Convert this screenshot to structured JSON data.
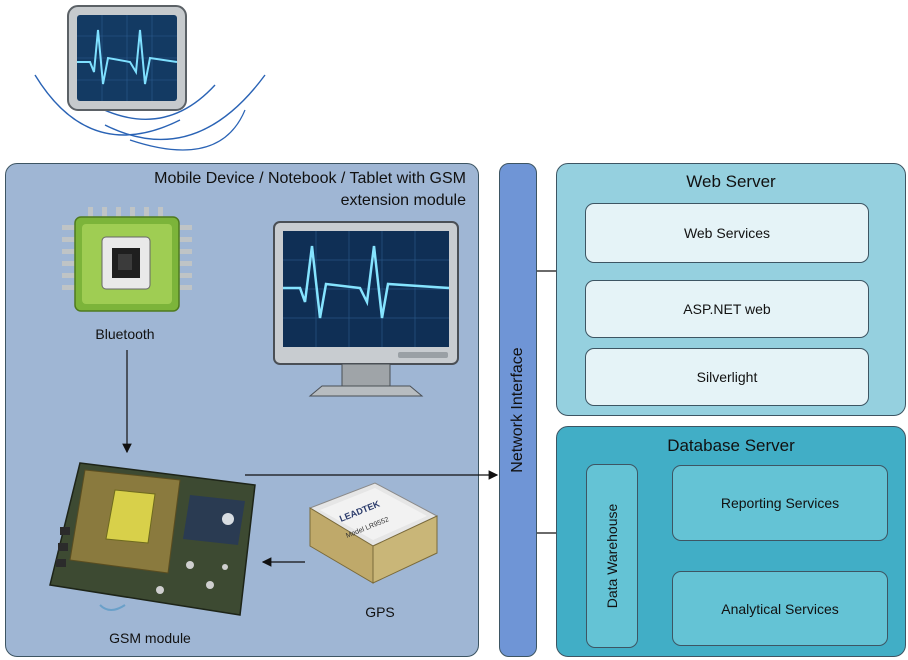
{
  "mobile": {
    "title_line1": "Mobile Device / Notebook / Tablet with GSM",
    "title_line2": "extension module",
    "bluetooth_label": "Bluetooth",
    "gsm_label": "GSM module",
    "gps_label": "GPS",
    "gps_chip_brand": "LEADTEK",
    "gps_chip_model": "Model LR9552"
  },
  "network_interface": {
    "label": "Network Interface"
  },
  "web_server": {
    "title": "Web Server",
    "services": [
      "Web Services",
      "ASP.NET web",
      "Silverlight"
    ]
  },
  "database_server": {
    "title": "Database Server",
    "warehouse": "Data Warehouse",
    "services": [
      "Reporting Services",
      "Analytical Services"
    ]
  },
  "colors": {
    "mobile_panel": "#9fb6d4",
    "network_interface": "#6f95d6",
    "web_server_panel": "#95d0df",
    "database_panel": "#41aec6",
    "web_service_box": "#e5f3f7",
    "db_service_box": "#64c3d5"
  },
  "icons": [
    "monitor-signal-icon",
    "bluetooth-chip-icon",
    "monitor-icon",
    "gsm-module-board",
    "gps-chip"
  ]
}
